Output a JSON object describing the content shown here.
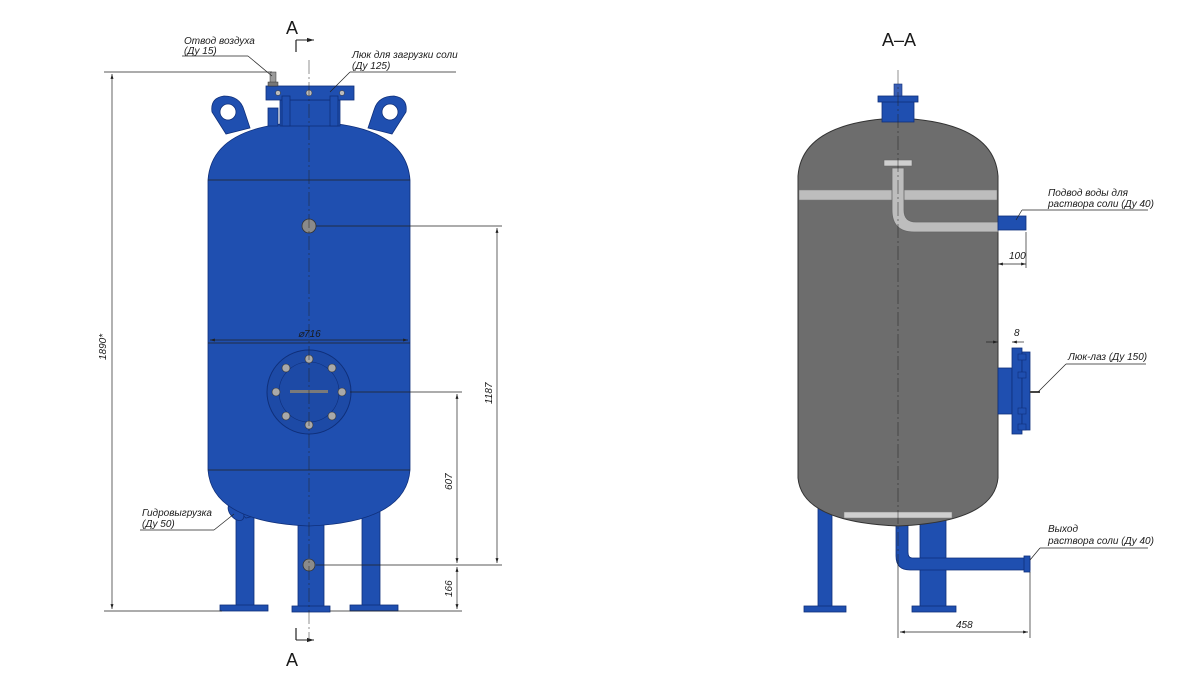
{
  "front_view": {
    "section_mark_top": "А",
    "section_mark_bottom": "А",
    "callouts": {
      "air_vent": [
        "Отвод воздуха",
        "(Ду 15)"
      ],
      "salt_hatch": [
        "Люк для загрузки соли",
        "(Ду 125)"
      ],
      "hydro_unload": [
        "Гидровыгрузка",
        "(Ду 50)"
      ]
    },
    "dimensions": {
      "overall_height": "1890*",
      "diameter": "⌀716",
      "d1187": "1187",
      "d607": "607",
      "d166": "166"
    }
  },
  "section_view": {
    "title": "А–А",
    "callouts": {
      "water_inlet": [
        "Подвод воды для",
        "раствора соли (Ду 40)"
      ],
      "manhole": [
        "Люк-лаз (Ду 150)"
      ],
      "outlet": [
        "Выход",
        "раствора соли (Ду 40)"
      ]
    },
    "dimensions": {
      "d100": "100",
      "d8": "8",
      "d458": "458"
    }
  },
  "colors": {
    "vessel_blue": "#1f4fb0",
    "section_grey": "#6d6d6d",
    "pipe_grey": "#bdbdbd"
  }
}
